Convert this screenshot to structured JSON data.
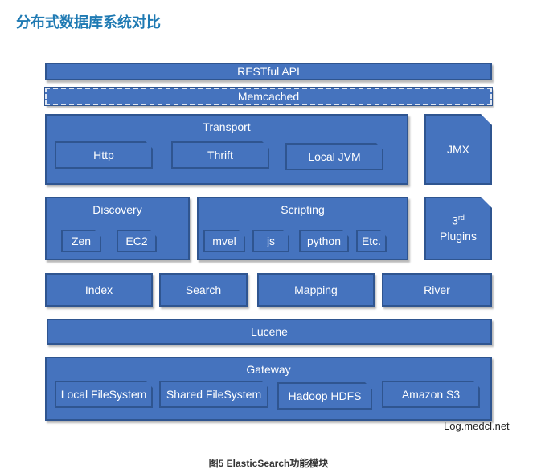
{
  "page": {
    "title": "分布式数据库系统对比",
    "caption": "图5 ElasticSearch功能模块",
    "watermark": "Log.medcl.net"
  },
  "diagram": {
    "restful_api": "RESTful API",
    "memcached": "Memcached",
    "transport": {
      "label": "Transport",
      "items": [
        "Http",
        "Thrift",
        "Local JVM"
      ]
    },
    "jmx": "JMX",
    "discovery": {
      "label": "Discovery",
      "items": [
        "Zen",
        "EC2"
      ]
    },
    "scripting": {
      "label": "Scripting",
      "items": [
        "mvel",
        "js",
        "python",
        "Etc."
      ]
    },
    "plugins": {
      "number": "3",
      "suffix": "rd",
      "label": "Plugins"
    },
    "modules": [
      "Index",
      "Search",
      "Mapping",
      "River"
    ],
    "lucene": "Lucene",
    "gateway": {
      "label": "Gateway",
      "items": [
        "Local FileSystem",
        "Shared FileSystem",
        "Hadoop HDFS",
        "Amazon S3"
      ]
    }
  },
  "colors": {
    "block_fill": "#4573be",
    "block_border": "#2f5590",
    "title_color": "#1f7ab3"
  }
}
